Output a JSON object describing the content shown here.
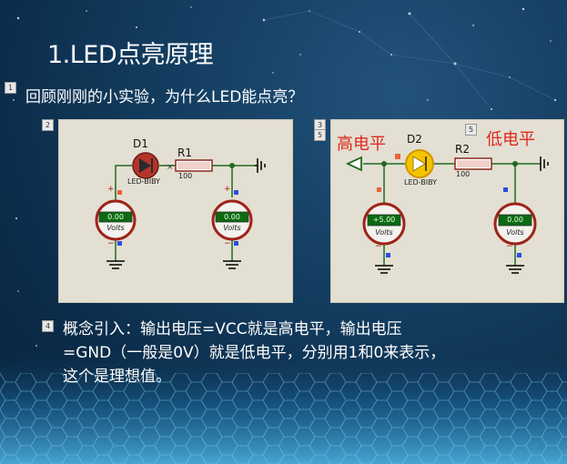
{
  "slide": {
    "title": "1.LED点亮原理",
    "intro": "回顾刚刚的小实验，为什么LED能点亮？",
    "anim_tags": [
      "1",
      "2",
      "3",
      "5",
      "5",
      "4"
    ],
    "paragraph_lines": [
      "概念引入：输出电压=VCC就是高电平，输出电压",
      "=GND（一般是0V）就是低电平，分别用1和0来表示，",
      "这个是理想值。"
    ]
  },
  "circuit_left": {
    "diode_name": "D1",
    "diode_part": "LED-BIBY",
    "resistor_name": "R1",
    "resistor_value": "100",
    "meter_left_reading": "0.00",
    "meter_right_reading": "0.00",
    "meter_unit": "Volts",
    "plus": "+",
    "minus": "−"
  },
  "circuit_right": {
    "high_label": "高电平",
    "low_label": "低电平",
    "diode_name": "D2",
    "diode_part": "LED-BIBY",
    "resistor_name": "R2",
    "resistor_value": "100",
    "meter_left_reading": "+5.00",
    "meter_right_reading": "0.00",
    "meter_unit": "Volts",
    "plus": "+",
    "minus": "−"
  },
  "colors": {
    "accent_red": "#e0281e",
    "meter_green": "#0c6a12",
    "wire_green": "#1f6a22",
    "diode_on": "#f5c400",
    "diode_off": "#2b2b2b"
  }
}
